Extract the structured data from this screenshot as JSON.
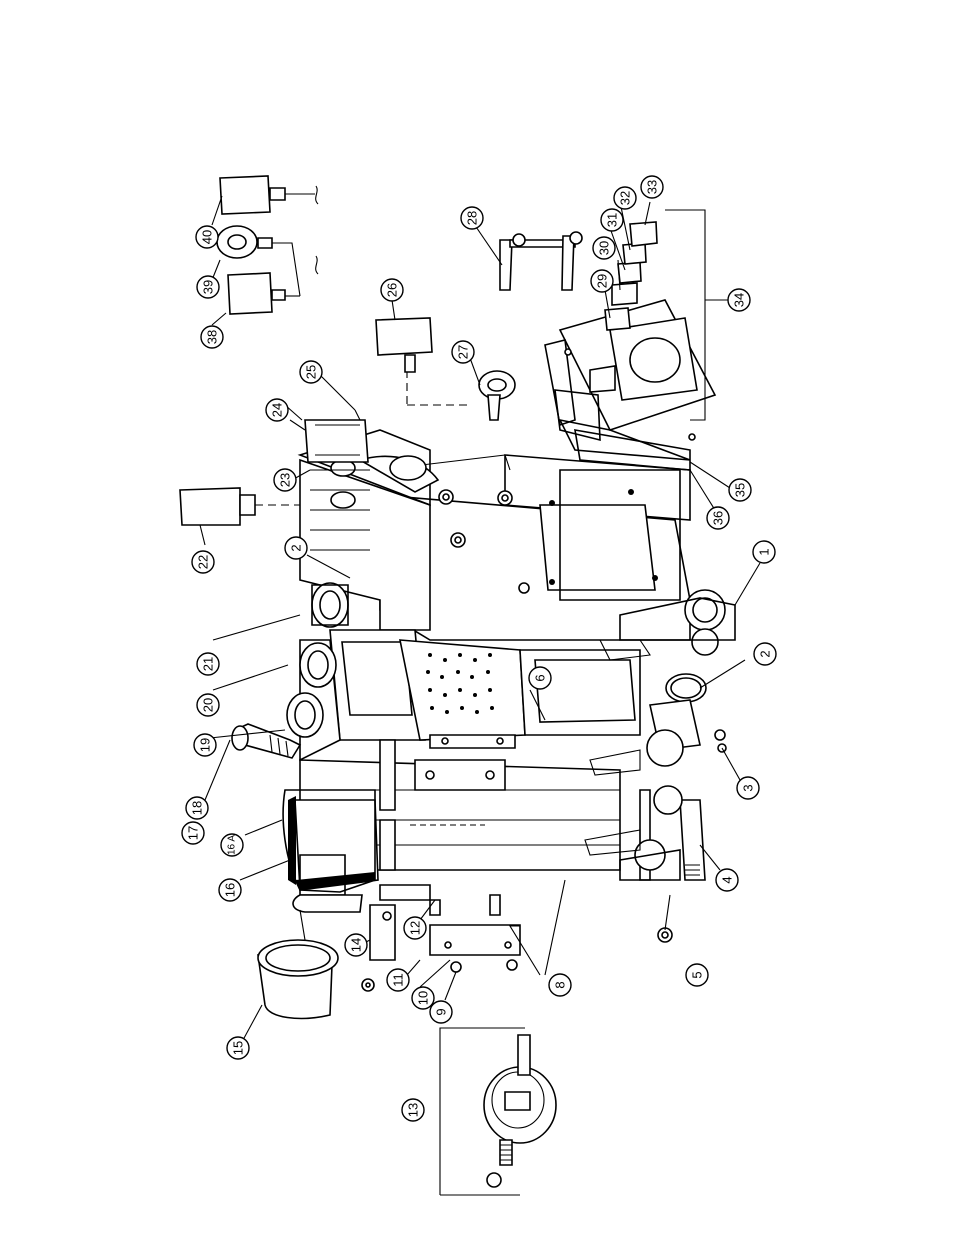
{
  "diagram": {
    "orientation": "rotated-90-ccw",
    "part_labels": [
      "1",
      "2",
      "2",
      "3",
      "4",
      "5",
      "6",
      "8",
      "9",
      "10",
      "11",
      "12",
      "13",
      "14",
      "15",
      "16",
      "16 A",
      "17",
      "18",
      "19",
      "20",
      "21",
      "22",
      "23",
      "24",
      "25",
      "26",
      "27",
      "28",
      "29",
      "30",
      "31",
      "32",
      "33",
      "34",
      "35",
      "36",
      "38",
      "39",
      "40"
    ]
  }
}
